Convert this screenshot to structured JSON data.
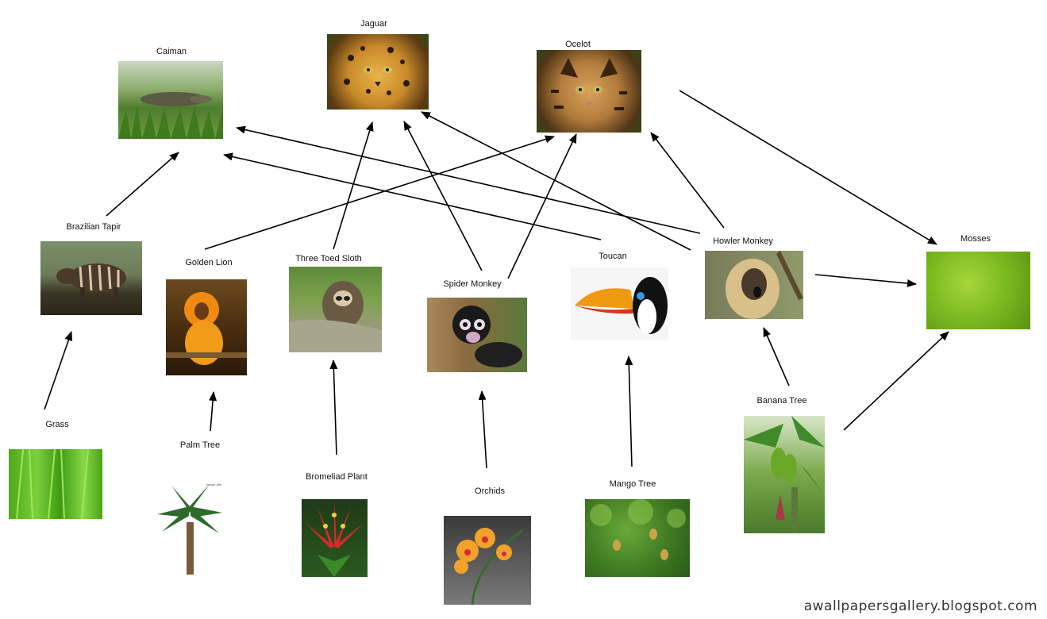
{
  "nodes": {
    "caiman": "Caiman",
    "jaguar": "Jaguar",
    "ocelot": "Ocelot",
    "tapir": "Brazilian Tapir",
    "golden_lion": "Golden Lion",
    "sloth": "Three Toed Sloth",
    "spider_monkey": "Spider Monkey",
    "toucan": "Toucan",
    "howler_monkey": "Howler Monkey",
    "mosses": "Mosses",
    "grass": "Grass",
    "palm_tree": "Palm Tree",
    "bromeliad": "Bromeliad Plant",
    "orchids": "Orchids",
    "mango_tree": "Mango Tree",
    "banana_tree": "Banana Tree"
  },
  "palm_caption": "image_title",
  "watermark": "awallpapersgallery.blogspot.com",
  "edges": [
    [
      "Brazilian Tapir",
      "Caiman"
    ],
    [
      "Golden Lion",
      "Ocelot"
    ],
    [
      "Three Toed Sloth",
      "Jaguar"
    ],
    [
      "Spider Monkey",
      "Jaguar"
    ],
    [
      "Spider Monkey",
      "Ocelot"
    ],
    [
      "Toucan",
      "Caiman"
    ],
    [
      "Howler Monkey",
      "Caiman"
    ],
    [
      "Howler Monkey",
      "Jaguar"
    ],
    [
      "Howler Monkey",
      "Ocelot"
    ],
    [
      "Howler Monkey",
      "Mosses"
    ],
    [
      "Ocelot",
      "Mosses"
    ],
    [
      "Grass",
      "Brazilian Tapir"
    ],
    [
      "Palm Tree",
      "Golden Lion"
    ],
    [
      "Bromeliad Plant",
      "Three Toed Sloth"
    ],
    [
      "Orchids",
      "Spider Monkey"
    ],
    [
      "Mango Tree",
      "Toucan"
    ],
    [
      "Banana Tree",
      "Howler Monkey"
    ],
    [
      "Banana Tree",
      "Mosses"
    ]
  ]
}
